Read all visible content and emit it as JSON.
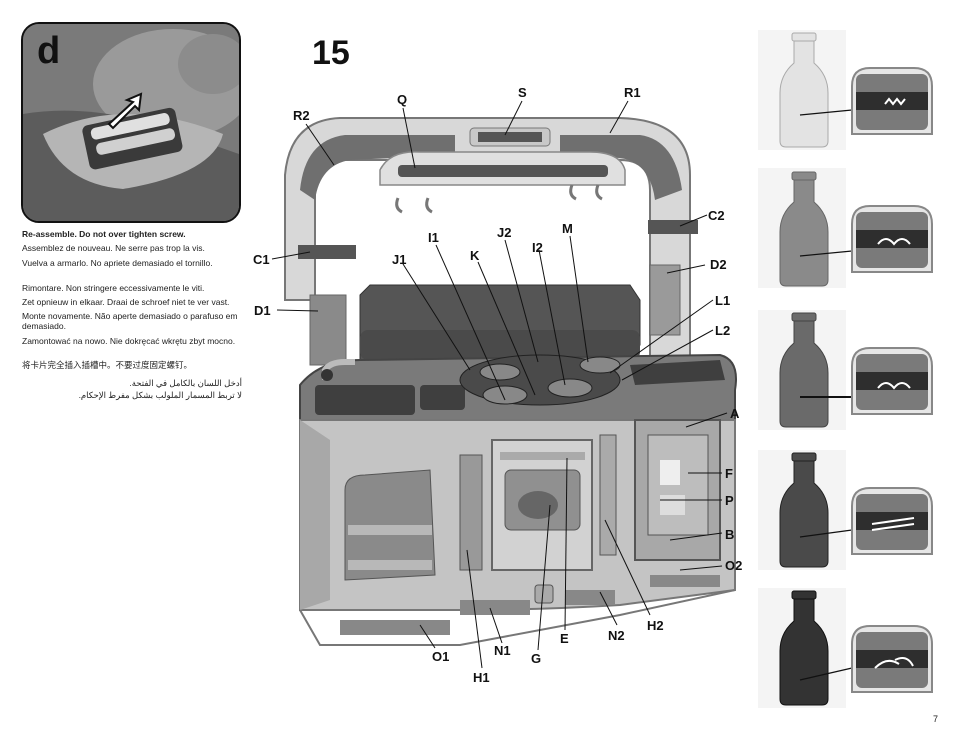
{
  "step_letter": "d",
  "step_number": "15",
  "page_number": "7",
  "instructions": [
    {
      "text": "Re-assemble. Do not over tighten screw.",
      "bold": true
    },
    {
      "text": "Assemblez de nouveau. Ne serre pas trop la vis."
    },
    {
      "text": "Vuelva a armarlo.  No apriete demasiado el tornillo."
    },
    {
      "text": "Rimontare. Non stringere eccessivamente le viti."
    },
    {
      "text": "Zet opnieuw in elkaar. Draai de schroef niet te ver vast."
    },
    {
      "text": "Monte novamente. Não aperte demasiado o parafuso em demasiado."
    },
    {
      "text": "Zamontować na nowo. Nie dokręcać wkrętu zbyt mocno."
    },
    {
      "text": "将卡片完全插入插槽中。不要过度固定螺钉。"
    },
    {
      "text": "أدخل اللسان بالكامل في الفتحة.",
      "rtl": true
    },
    {
      "text": "لا تربط المسمار الملولب بشكل مفرط الإحكام.",
      "rtl": true
    }
  ],
  "callouts": [
    "Q",
    "S",
    "R1",
    "R2",
    "C2",
    "C1",
    "D2",
    "D1",
    "J2",
    "M",
    "I1",
    "I2",
    "K",
    "J1",
    "L1",
    "L2",
    "A",
    "F",
    "P",
    "B",
    "O2",
    "H2",
    "N2",
    "E",
    "G",
    "N1",
    "H1",
    "O1"
  ],
  "bottle_icons": [
    "flower-bottle",
    "leaf-bottle",
    "vine-bottle",
    "utensils-bottle",
    "pepper-bottle"
  ]
}
